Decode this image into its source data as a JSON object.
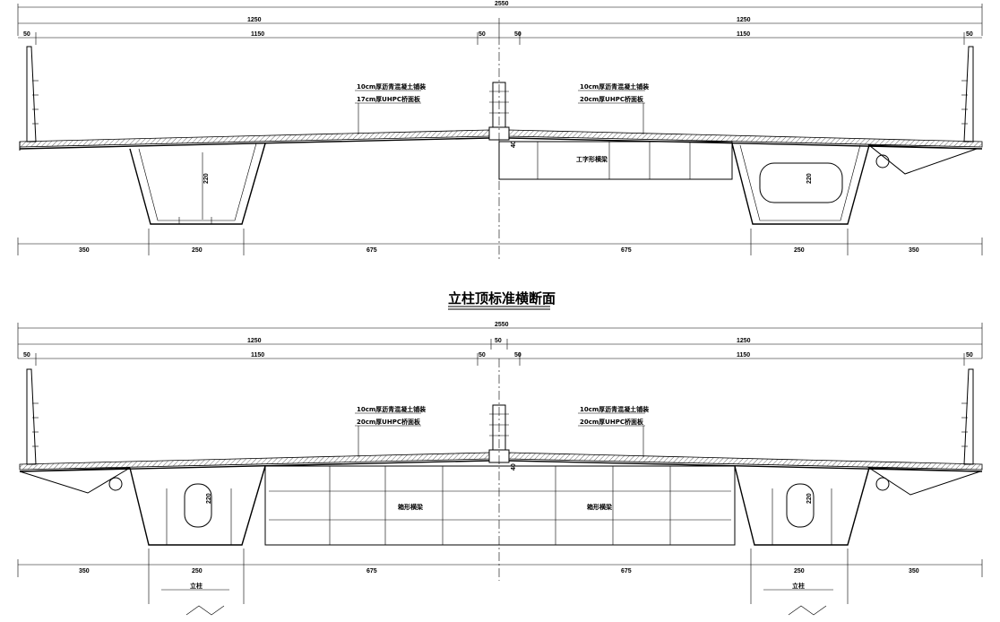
{
  "section1": {
    "dims_top": {
      "total": "2550",
      "half_left": "1250",
      "half_right": "1250",
      "edge_left": "50",
      "span_left": "1150",
      "median_left": "50",
      "median_right": "50",
      "span_right": "1150",
      "edge_right": "50"
    },
    "dims_bottom": [
      "350",
      "250",
      "675",
      "675",
      "250",
      "350"
    ],
    "notes_left": [
      "10cm厚沥青混凝土铺装",
      "17cm厚UHPC桥面板"
    ],
    "notes_right": [
      "10cm厚沥青混凝土铺装",
      "20cm厚UHPC桥面板"
    ],
    "girder_height_left": "220",
    "girder_height_right": "220",
    "crossfall": "40",
    "beam_label": "工字形横梁"
  },
  "title": "立柱顶标准横断面",
  "section2": {
    "dims_top": {
      "total": "2550",
      "half_left": "1250",
      "center": "50",
      "half_right": "1250",
      "edge_left": "50",
      "span_left": "1150",
      "median_left": "50",
      "median_right": "50",
      "span_right": "1150",
      "edge_right": "50"
    },
    "dims_bottom": [
      "350",
      "250",
      "675",
      "675",
      "250",
      "350"
    ],
    "notes_left": [
      "10cm厚沥青混凝土铺装",
      "20cm厚UHPC桥面板"
    ],
    "notes_right": [
      "10cm厚沥青混凝土铺装",
      "20cm厚UHPC桥面板"
    ],
    "girder_height_left": "220",
    "girder_height_right": "220",
    "crossfall": "40",
    "beam_label_left": "箱形横梁",
    "beam_label_right": "箱形横梁",
    "pier_label_left": "立柱",
    "pier_label_right": "立柱"
  }
}
